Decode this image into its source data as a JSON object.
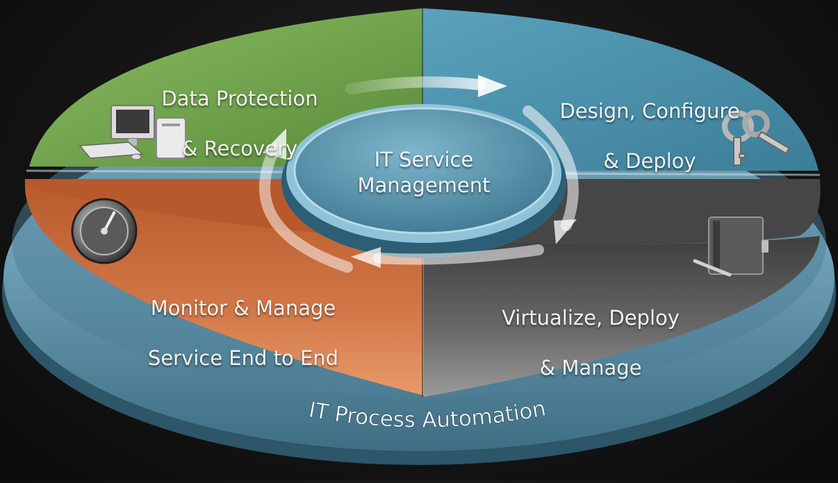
{
  "diagram": {
    "center": {
      "line1": "IT  Service",
      "line2": "Management"
    },
    "segments": [
      {
        "id": "data-protection",
        "line1": "Data Protection",
        "line2": "& Recovery",
        "color": "#6a9a47",
        "icon": "desktop-computer-icon"
      },
      {
        "id": "design-configure",
        "line1": "Design, Configure",
        "line2": "&  Deploy",
        "color": "#4f93ad",
        "icon": "keys-icon"
      },
      {
        "id": "virtualize",
        "line1": "Virtualize, Deploy",
        "line2": "& Manage",
        "color": "#5a5a5a",
        "icon": "notebook-pen-icon"
      },
      {
        "id": "monitor",
        "line1": "Monitor & Manage",
        "line2": "Service End to End",
        "color": "#c8683a",
        "icon": "gauge-icon"
      }
    ],
    "base_label": "IT  Process Automation",
    "colors": {
      "green": "#6a9a47",
      "blue": "#4f93ad",
      "gray": "#5a5a5a",
      "orange": "#c8683a",
      "ring": "#6d9fb6",
      "center": "#5f9bb6"
    }
  }
}
